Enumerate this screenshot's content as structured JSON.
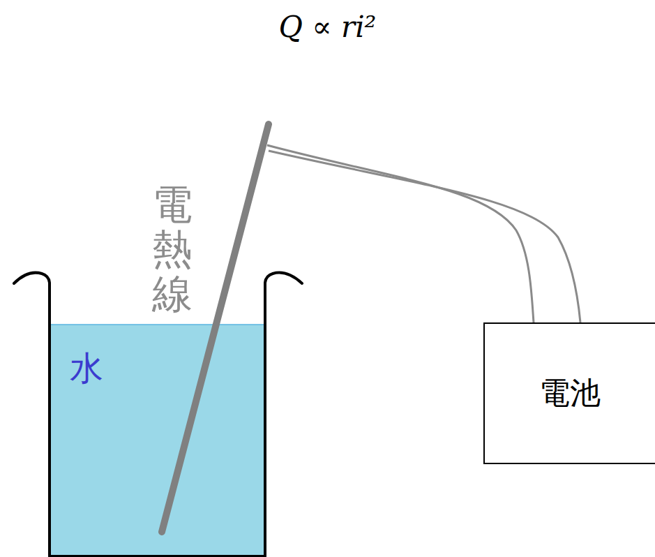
{
  "diagram": {
    "title": "Q ∝ ri²",
    "nodes": [
      {
        "text": [
          "電池"
        ]
      }
    ],
    "labels": [
      "電熱線",
      "水"
    ]
  }
}
